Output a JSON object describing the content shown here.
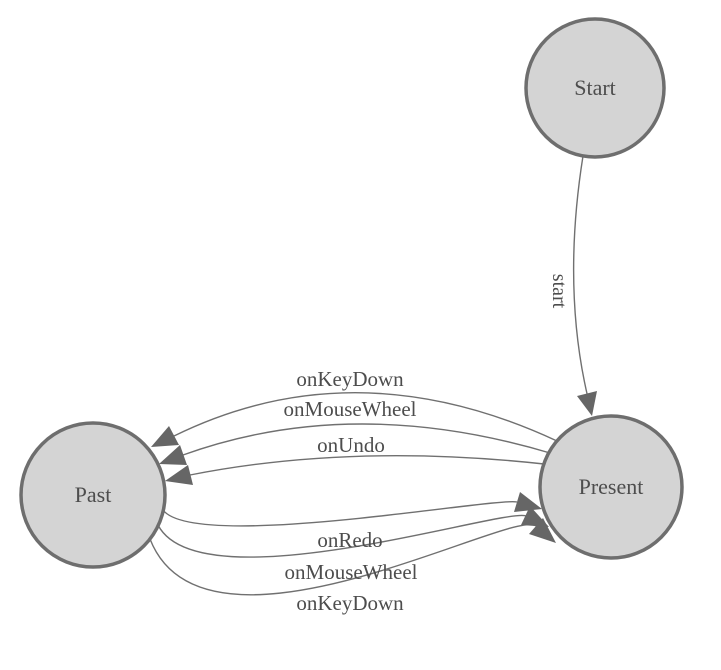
{
  "diagram": {
    "type": "state-machine",
    "background": "#ffffff",
    "colors": {
      "node_fill": "#d4d4d4",
      "node_border": "#6e6e6e",
      "edge_line": "#707070",
      "arrow_fill": "#666666",
      "text": "#4d4d4d"
    },
    "nodes": {
      "start": {
        "label": "Start"
      },
      "present": {
        "label": "Present"
      },
      "past": {
        "label": "Past"
      }
    },
    "edges": {
      "start_transition": {
        "label": "start",
        "from": "Start",
        "to": "Present"
      },
      "present_to_past": {
        "from": "Present",
        "to": "Past",
        "items": [
          {
            "label": "onKeyDown"
          },
          {
            "label": "onMouseWheel"
          },
          {
            "label": "onUndo"
          }
        ]
      },
      "past_to_present": {
        "from": "Past",
        "to": "Present",
        "items": [
          {
            "label": "onRedo"
          },
          {
            "label": "onMouseWheel"
          },
          {
            "label": "onKeyDown"
          }
        ]
      }
    }
  }
}
